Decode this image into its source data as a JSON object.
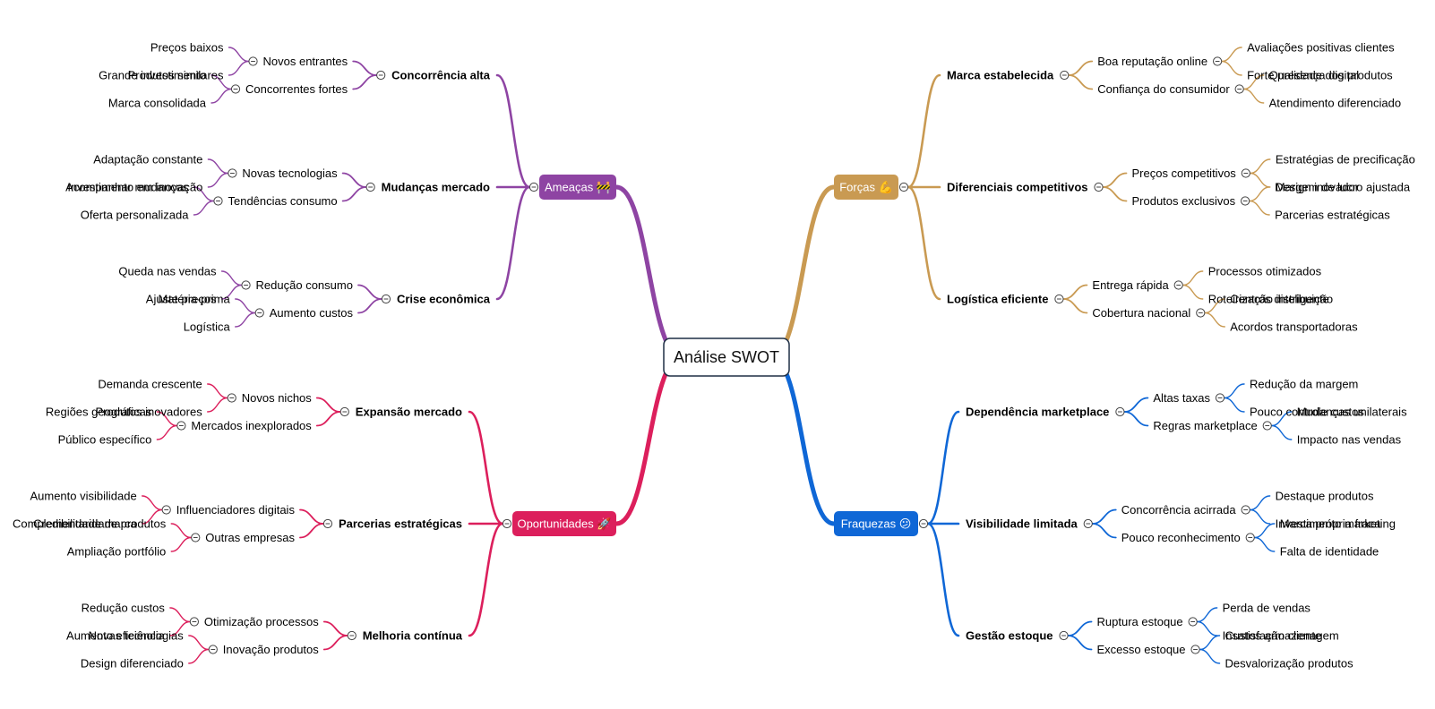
{
  "root": {
    "label": "Análise SWOT"
  },
  "colors": {
    "forcas": "#c99a52",
    "fraquezas": "#0f67d6",
    "ameacas": "#8e44a3",
    "oportunidades": "#dc1f5c"
  },
  "branches": {
    "forcas": {
      "label": "Forças 💪",
      "children": [
        {
          "label": "Marca estabelecida",
          "children": [
            {
              "label": "Boa reputação online",
              "children": [
                "Avaliações positivas clientes",
                "Forte presença digital"
              ]
            },
            {
              "label": "Confiança do consumidor",
              "children": [
                "Qualidade dos produtos",
                "Atendimento diferenciado"
              ]
            }
          ]
        },
        {
          "label": "Diferenciais competitivos",
          "children": [
            {
              "label": "Preços competitivos",
              "children": [
                "Estratégias de precificação",
                "Margem de lucro ajustada"
              ]
            },
            {
              "label": "Produtos exclusivos",
              "children": [
                "Design inovador",
                "Parcerias estratégicas"
              ]
            }
          ]
        },
        {
          "label": "Logística eficiente",
          "children": [
            {
              "label": "Entrega rápida",
              "children": [
                "Processos otimizados",
                "Roteirização inteligente"
              ]
            },
            {
              "label": "Cobertura nacional",
              "children": [
                "Centros distribuição",
                "Acordos transportadoras"
              ]
            }
          ]
        }
      ]
    },
    "fraquezas": {
      "label": "Fraquezas 😕",
      "children": [
        {
          "label": "Dependência marketplace",
          "children": [
            {
              "label": "Altas taxas",
              "children": [
                "Redução da margem",
                "Pouco controle custos"
              ]
            },
            {
              "label": "Regras marketplace",
              "children": [
                "Mudanças unilaterais",
                "Impacto nas vendas"
              ]
            }
          ]
        },
        {
          "label": "Visibilidade limitada",
          "children": [
            {
              "label": "Concorrência acirrada",
              "children": [
                "Destaque produtos",
                "Investimento marketing"
              ]
            },
            {
              "label": "Pouco reconhecimento",
              "children": [
                "Marca própria fraca",
                "Falta de identidade"
              ]
            }
          ]
        },
        {
          "label": "Gestão estoque",
          "children": [
            {
              "label": "Ruptura estoque",
              "children": [
                "Perda de vendas",
                "Insatisfação cliente"
              ]
            },
            {
              "label": "Excesso estoque",
              "children": [
                "Custos armazenagem",
                "Desvalorização produtos"
              ]
            }
          ]
        }
      ]
    },
    "ameacas": {
      "label": "Ameaças 🚧",
      "children": [
        {
          "label": "Concorrência alta",
          "children": [
            {
              "label": "Novos entrantes",
              "children": [
                "Preços baixos",
                "Produtos similares"
              ]
            },
            {
              "label": "Concorrentes fortes",
              "children": [
                "Grande investimento",
                "Marca consolidada"
              ]
            }
          ]
        },
        {
          "label": "Mudanças mercado",
          "children": [
            {
              "label": "Novas tecnologias",
              "children": [
                "Adaptação constante",
                "Investimento em inovação"
              ]
            },
            {
              "label": "Tendências consumo",
              "children": [
                "Acompanhar mudanças",
                "Oferta personalizada"
              ]
            }
          ]
        },
        {
          "label": "Crise econômica",
          "children": [
            {
              "label": "Redução consumo",
              "children": [
                "Queda nas vendas",
                "Ajuste preços"
              ]
            },
            {
              "label": "Aumento custos",
              "children": [
                "Matéria-prima",
                "Logística"
              ]
            }
          ]
        }
      ]
    },
    "oportunidades": {
      "label": "Oportunidades 🚀",
      "children": [
        {
          "label": "Expansão mercado",
          "children": [
            {
              "label": "Novos nichos",
              "children": [
                "Demanda crescente",
                "Produtos inovadores"
              ]
            },
            {
              "label": "Mercados inexplorados",
              "children": [
                "Regiões geográficas",
                "Público específico"
              ]
            }
          ]
        },
        {
          "label": "Parcerias estratégicas",
          "children": [
            {
              "label": "Influenciadores digitais",
              "children": [
                "Aumento visibilidade",
                "Credibilidade marca"
              ]
            },
            {
              "label": "Outras empresas",
              "children": [
                "Complementaridade produtos",
                "Ampliação portfólio"
              ]
            }
          ]
        },
        {
          "label": "Melhoria contínua",
          "children": [
            {
              "label": "Otimização processos",
              "children": [
                "Redução custos",
                "Aumento eficiência"
              ]
            },
            {
              "label": "Inovação produtos",
              "children": [
                "Novas tecnologias",
                "Design diferenciado"
              ]
            }
          ]
        }
      ]
    }
  }
}
